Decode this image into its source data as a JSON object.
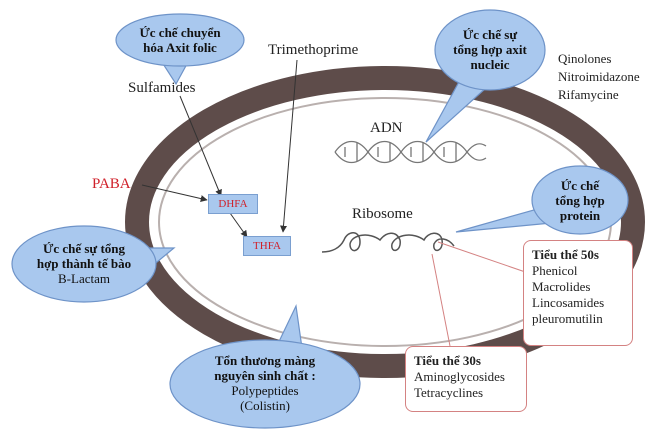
{
  "bubbles": {
    "folic": {
      "line1": "Ức chế chuyển",
      "line2": "hóa Axit folic"
    },
    "nucleic": {
      "line1": "Ức chế sự",
      "line2": "tổng hợp axit",
      "line3": "nucleic"
    },
    "protein": {
      "line1": "Ức chế",
      "line2": "tổng hợp",
      "line3": "protein"
    },
    "cellwall": {
      "line1": "Ức chế sự tổng",
      "line2": "hợp thành tế bào",
      "drug": "B-Lactam"
    },
    "membrane": {
      "line1": "Tổn thương màng",
      "line2": "nguyên sinh chất :",
      "drug1": "Polypeptides",
      "drug2": "(Colistin)"
    }
  },
  "labels": {
    "trimethoprime": "Trimethoprime",
    "sulfamides": "Sulfamides",
    "paba": "PABA",
    "dhfa": "DHFA",
    "thfa": "THFA",
    "adn": "ADN",
    "ribosome": "Ribosome"
  },
  "nucleic_drugs": [
    "Qinolones",
    "Nitroimidazone",
    "Rifamycine"
  ],
  "subunit50s": {
    "title": "Tiểu thể 50s",
    "items": [
      "Phenicol",
      "Macrolides",
      "Lincosamides",
      "pleuromutilin"
    ]
  },
  "subunit30s": {
    "title": "Tiểu thể 30s",
    "items": [
      "Aminoglycosides",
      "Tetracyclines"
    ]
  },
  "colors": {
    "bubble_fill": "#a9c8ee",
    "bubble_stroke": "#6e93c8",
    "cell_wall": "#5e4c4a",
    "red_text": "#d0202a",
    "box_border": "#d48282"
  }
}
